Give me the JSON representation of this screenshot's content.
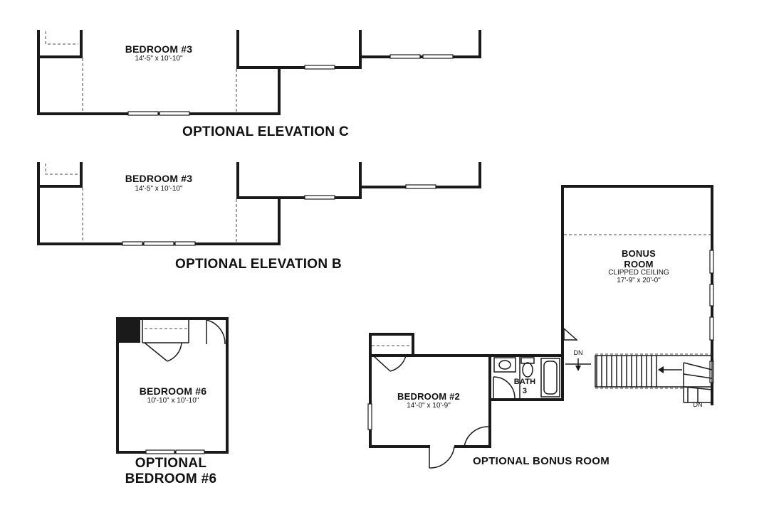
{
  "elev_c": {
    "room_name": "BEDROOM #3",
    "room_dim": "14'-5\" x 10'-10\"",
    "caption": "OPTIONAL ELEVATION C"
  },
  "elev_b": {
    "room_name": "BEDROOM #3",
    "room_dim": "14'-5\" x 10'-10\"",
    "caption": "OPTIONAL ELEVATION B"
  },
  "bedroom6": {
    "room_name": "BEDROOM #6",
    "room_dim": "10'-10\" x 10'-10\"",
    "caption_line1": "OPTIONAL",
    "caption_line2": "BEDROOM #6"
  },
  "bonus": {
    "bonus_name_line1": "BONUS",
    "bonus_name_line2": "ROOM",
    "bonus_note": "CLIPPED CEILING",
    "bonus_dim": "17'-9\" x 20'-0\"",
    "bedroom2_name": "BEDROOM #2",
    "bedroom2_dim": "14'-0\" x 10'-9\"",
    "bath_line1": "BATH",
    "bath_line2": "3",
    "dn_top": "DN",
    "dn_bottom": "DN",
    "caption": "OPTIONAL BONUS ROOM"
  }
}
